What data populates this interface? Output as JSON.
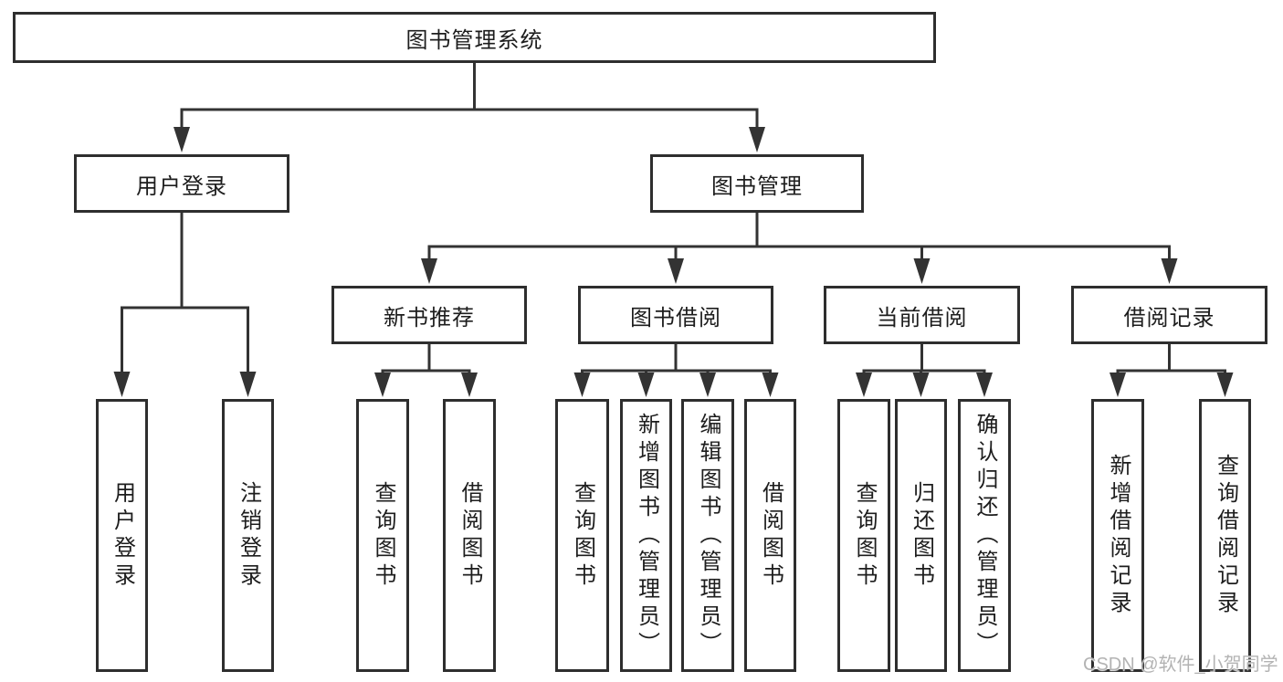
{
  "diagram": {
    "title": "图书管理系统",
    "root": {
      "label": "图书管理系统"
    },
    "level1": [
      {
        "label": "用户登录"
      },
      {
        "label": "图书管理"
      }
    ],
    "level2": [
      {
        "label": "新书推荐"
      },
      {
        "label": "图书借阅"
      },
      {
        "label": "当前借阅"
      },
      {
        "label": "借阅记录"
      }
    ],
    "leaves": {
      "user_login": [
        {
          "label": "用户登录"
        },
        {
          "label": "注销登录"
        }
      ],
      "new_book_recommend": [
        {
          "label": "查询图书"
        },
        {
          "label": "借阅图书"
        }
      ],
      "book_borrow": [
        {
          "label": "查询图书"
        },
        {
          "label": "新增图书（管理员）"
        },
        {
          "label": "编辑图书（管理员）"
        },
        {
          "label": "借阅图书"
        }
      ],
      "current_borrow": [
        {
          "label": "查询图书"
        },
        {
          "label": "归还图书"
        },
        {
          "label": "确认归还（管理员）"
        }
      ],
      "borrow_records": [
        {
          "label": "新增借阅记录"
        },
        {
          "label": "查询借阅记录"
        }
      ]
    }
  },
  "colors": {
    "line": "#333333",
    "box_border": "#2e2e2e",
    "box_fill": "#ffffff",
    "text": "#1d1d1d",
    "watermark": "#b3b3b3"
  },
  "watermark": "CSDN @软件_小贺同学"
}
